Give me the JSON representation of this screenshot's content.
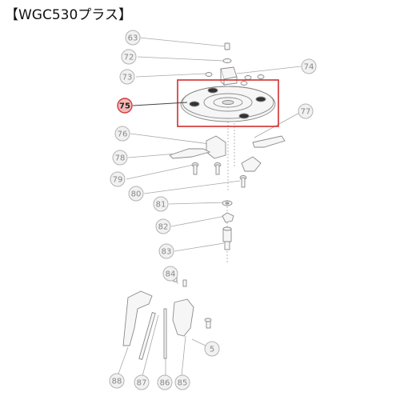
{
  "title": "【WGC530プラス】",
  "highlight_part": "75",
  "colors": {
    "line": "#9a9a9a",
    "callout_fill": "#f1f1f1",
    "callout_stroke": "#b3b3b3",
    "highlight_fill": "#f4b8b8",
    "highlight_stroke": "#d23c3c",
    "highlight_box": "#d32f2f"
  },
  "parts": [
    {
      "id": "p63",
      "label": "63"
    },
    {
      "id": "p72",
      "label": "72"
    },
    {
      "id": "p73",
      "label": "73"
    },
    {
      "id": "p74",
      "label": "74"
    },
    {
      "id": "p75",
      "label": "75"
    },
    {
      "id": "p76",
      "label": "76"
    },
    {
      "id": "p77",
      "label": "77"
    },
    {
      "id": "p78",
      "label": "78"
    },
    {
      "id": "p79",
      "label": "79"
    },
    {
      "id": "p80",
      "label": "80"
    },
    {
      "id": "p81",
      "label": "81"
    },
    {
      "id": "p82",
      "label": "82"
    },
    {
      "id": "p83",
      "label": "83"
    },
    {
      "id": "p84",
      "label": "84"
    },
    {
      "id": "p5",
      "label": "5"
    },
    {
      "id": "p88",
      "label": "88"
    },
    {
      "id": "p87",
      "label": "87"
    },
    {
      "id": "p86",
      "label": "86"
    },
    {
      "id": "p85",
      "label": "85"
    }
  ]
}
